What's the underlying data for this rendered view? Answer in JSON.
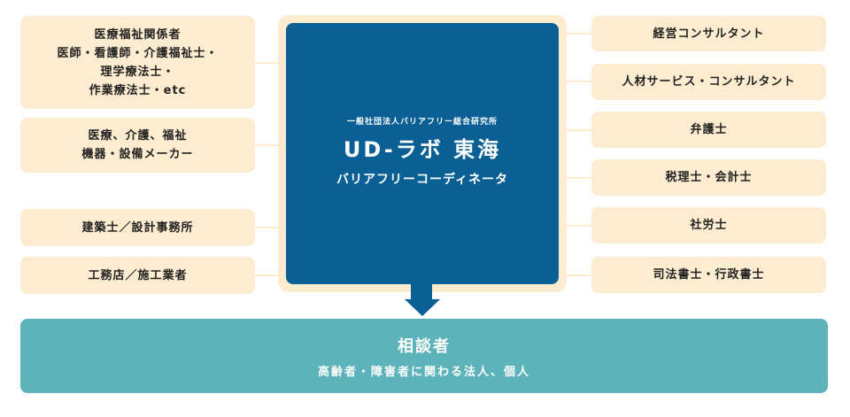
{
  "left_boxes": [
    {
      "lines": [
        "医療福祉関係者",
        "医師・看護師・介護福祉士・",
        "理学療法士・",
        "作業療法士・etc"
      ]
    },
    {
      "lines": [
        "医療、介護、福祉",
        "機器・設備メーカー"
      ]
    },
    {
      "lines": [
        "建築士／設計事務所"
      ]
    },
    {
      "lines": [
        "工務店／施工業者"
      ]
    }
  ],
  "right_boxes": [
    "経営コンサルタント",
    "人材サービス・コンサルタント",
    "弁護士",
    "税理士・会計士",
    "社労士",
    "司法書士・行政書士"
  ],
  "center": {
    "organization": "一般社団法人バリアフリー総合研究所",
    "name": "UD-ラボ 東海",
    "role": "バリアフリーコーディネータ"
  },
  "bottom": {
    "title": "相談者",
    "subtitle": "高齢者・障害者に関わる法人、個人"
  },
  "colors": {
    "cream": "#fdeccf",
    "blue": "#0a6095",
    "teal": "#5cb3b9"
  }
}
